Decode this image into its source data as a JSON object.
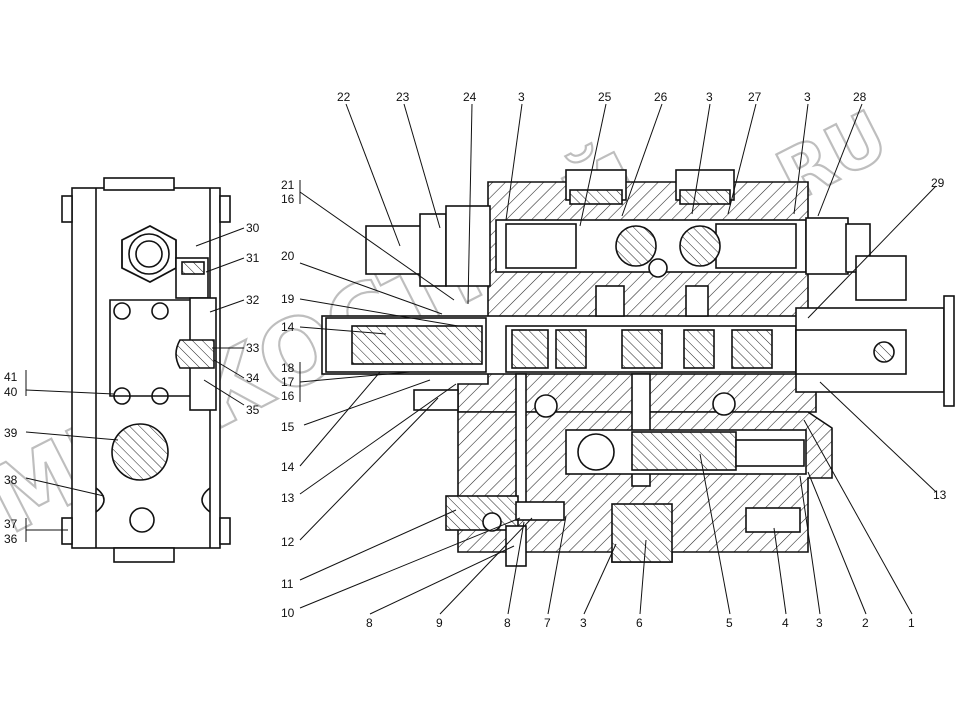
{
  "watermark": {
    "main": "МИРКОСТРОЙ",
    "domain": ".RU"
  },
  "left_view": {
    "callouts": [
      {
        "id": "l30",
        "label": "30"
      },
      {
        "id": "l31",
        "label": "31"
      },
      {
        "id": "l32",
        "label": "32"
      },
      {
        "id": "l33",
        "label": "33"
      },
      {
        "id": "l34",
        "label": "34"
      },
      {
        "id": "l35",
        "label": "35"
      },
      {
        "id": "l41",
        "label": "41"
      },
      {
        "id": "l40",
        "label": "40"
      },
      {
        "id": "l39",
        "label": "39"
      },
      {
        "id": "l38",
        "label": "38"
      },
      {
        "id": "l37",
        "label": "37"
      },
      {
        "id": "l36",
        "label": "36"
      }
    ]
  },
  "main_view": {
    "top_callouts": [
      {
        "id": "t22",
        "label": "22"
      },
      {
        "id": "t23",
        "label": "23"
      },
      {
        "id": "t24",
        "label": "24"
      },
      {
        "id": "t3a",
        "label": "3"
      },
      {
        "id": "t25",
        "label": "25"
      },
      {
        "id": "t26",
        "label": "26"
      },
      {
        "id": "t3b",
        "label": "3"
      },
      {
        "id": "t27",
        "label": "27"
      },
      {
        "id": "t3c",
        "label": "3"
      },
      {
        "id": "t28",
        "label": "28"
      }
    ],
    "left_callouts": [
      {
        "id": "s21",
        "label": "21"
      },
      {
        "id": "s16a",
        "label": "16"
      },
      {
        "id": "s20",
        "label": "20"
      },
      {
        "id": "s19",
        "label": "19"
      },
      {
        "id": "s14a",
        "label": "14"
      },
      {
        "id": "s18",
        "label": "18"
      },
      {
        "id": "s17",
        "label": "17"
      },
      {
        "id": "s16b",
        "label": "16"
      },
      {
        "id": "s15",
        "label": "15"
      },
      {
        "id": "s14b",
        "label": "14"
      },
      {
        "id": "s13a",
        "label": "13"
      },
      {
        "id": "s12",
        "label": "12"
      },
      {
        "id": "s11",
        "label": "11"
      },
      {
        "id": "s10",
        "label": "10"
      }
    ],
    "right_callouts": [
      {
        "id": "r29",
        "label": "29"
      },
      {
        "id": "r13",
        "label": "13"
      }
    ],
    "bottom_callouts": [
      {
        "id": "b8a",
        "label": "8"
      },
      {
        "id": "b9",
        "label": "9"
      },
      {
        "id": "b8b",
        "label": "8"
      },
      {
        "id": "b7",
        "label": "7"
      },
      {
        "id": "b3a",
        "label": "3"
      },
      {
        "id": "b6",
        "label": "6"
      },
      {
        "id": "b5",
        "label": "5"
      },
      {
        "id": "b4",
        "label": "4"
      },
      {
        "id": "b3b",
        "label": "3"
      },
      {
        "id": "b2",
        "label": "2"
      },
      {
        "id": "b1",
        "label": "1"
      }
    ]
  }
}
